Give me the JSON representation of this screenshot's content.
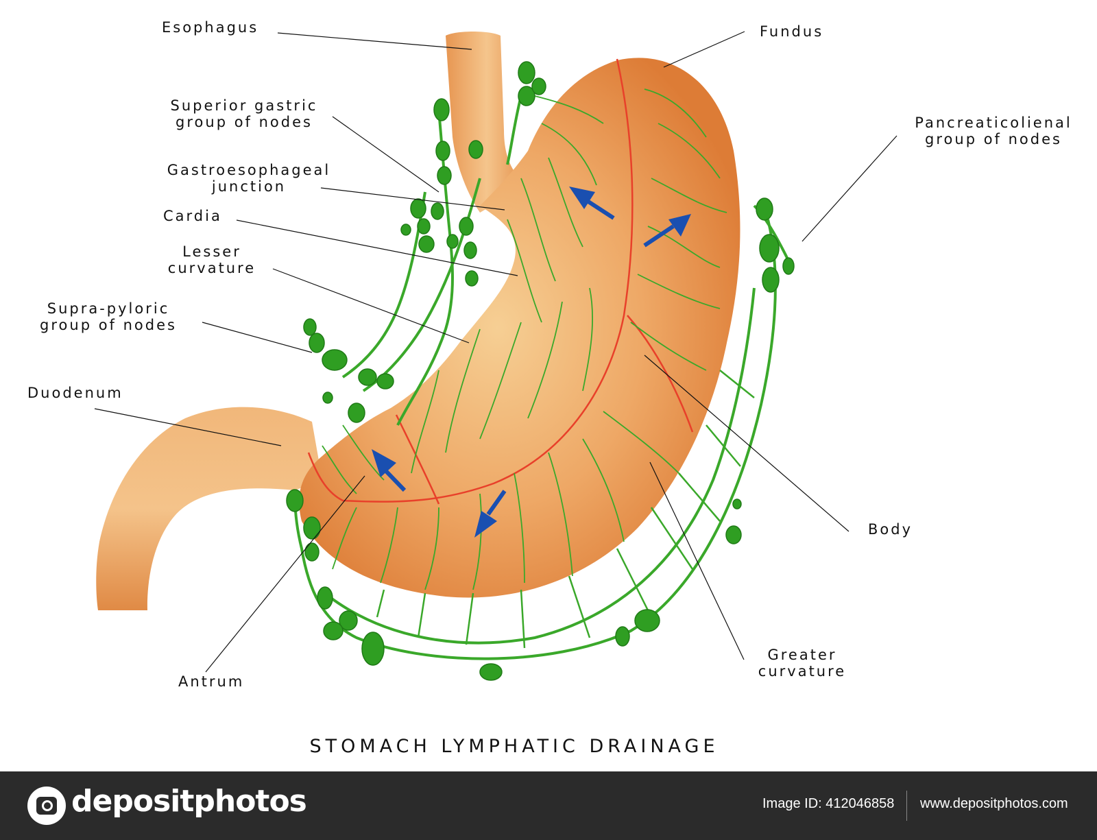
{
  "labels": {
    "esophagus": "Esophagus",
    "fundus": "Fundus",
    "superior_gastric_1": "Superior gastric",
    "superior_gastric_2": "group of nodes",
    "pancreaticolienal_1": "Pancreaticolienal",
    "pancreaticolienal_2": "group of nodes",
    "gastroesophageal_1": "Gastroesophageal",
    "gastroesophageal_2": "junction",
    "cardia": "Cardia",
    "lesser_curvature_1": "Lesser",
    "lesser_curvature_2": "curvature",
    "supra_pyloric_1": "Supra-pyloric",
    "supra_pyloric_2": "group of nodes",
    "duodenum": "Duodenum",
    "body": "Body",
    "greater_curvature_1": "Greater",
    "greater_curvature_2": "curvature",
    "antrum": "Antrum"
  },
  "title": "STOMACH LYMPHATIC DRAINAGE",
  "footer": {
    "logo": "depositphotos",
    "image_id": "Image ID: 412046858",
    "url": "www.depositphotos.com"
  },
  "colors": {
    "stomach": "#e8924a",
    "lymph": "#3aa82a",
    "node": "#2f9e22",
    "arrow": "#1a4fb0",
    "divider": "#e8402a",
    "footer_bg": "#2b2b2b"
  }
}
